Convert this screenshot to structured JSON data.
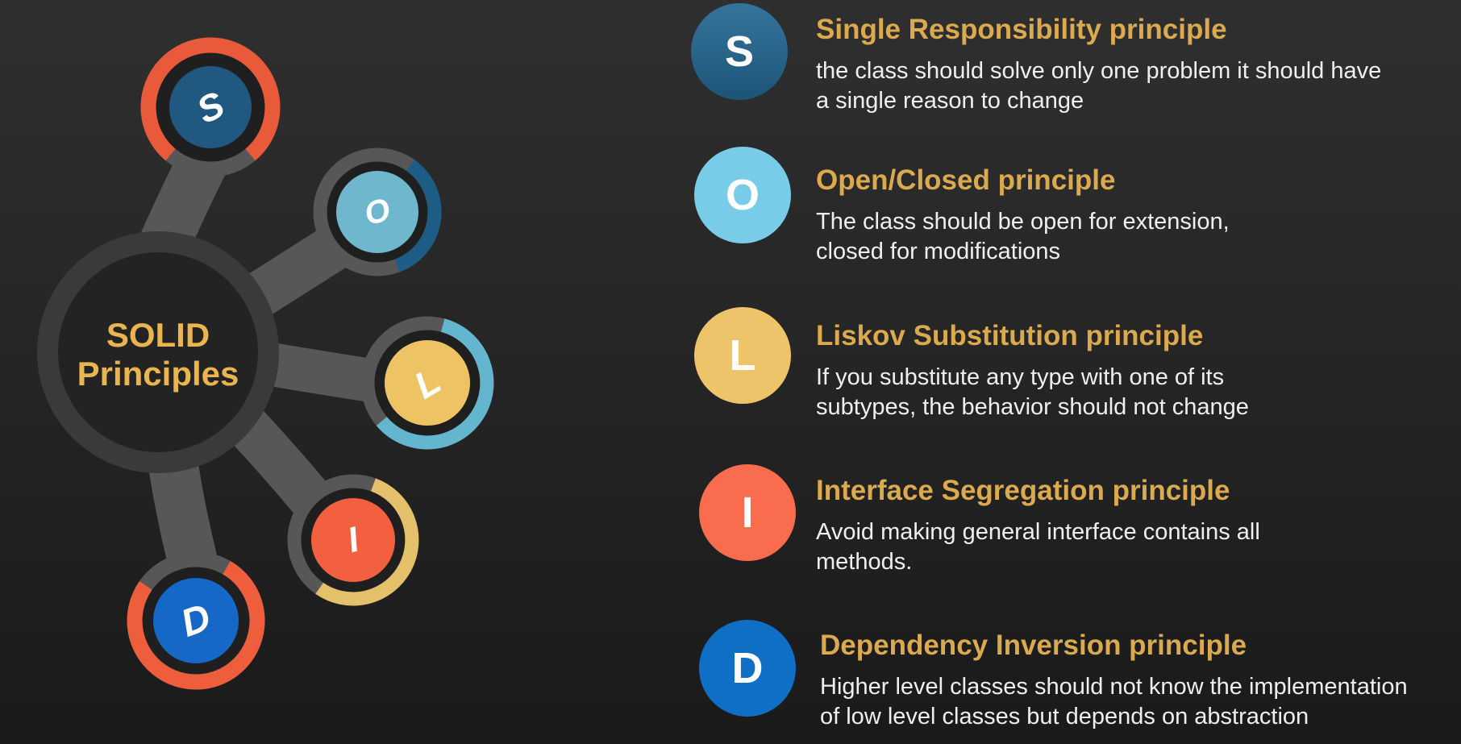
{
  "colors": {
    "bg_top": "#2f2f2f",
    "bg_bottom": "#1a1a1a",
    "connector": "#575757",
    "center_ring": "#3a3a3a",
    "center_fill": "#232323",
    "center_text": "#eab44e",
    "node_inner": "#1f1f1f",
    "title_gold": "#dcaa4e",
    "body_text": "#f0efec",
    "letter_white": "#ffffff"
  },
  "diagram": {
    "center": {
      "line1": "SOLID",
      "line2": "Principles"
    },
    "nodes": [
      {
        "id": "s",
        "letter": "S",
        "core_color": "#20587f",
        "arc_color": "#e85a39"
      },
      {
        "id": "o",
        "letter": "O",
        "core_color": "#6fb7cc",
        "arc_color": "#1d5c84"
      },
      {
        "id": "l",
        "letter": "L",
        "core_color": "#eec363",
        "arc_color": "#64b6cf"
      },
      {
        "id": "i",
        "letter": "I",
        "core_color": "#f2603f",
        "arc_color": "#e5c06a"
      },
      {
        "id": "d",
        "letter": "D",
        "core_color": "#1668c7",
        "arc_color": "#ee5e3c"
      }
    ]
  },
  "principles": [
    {
      "letter": "S",
      "badge_color": "#35759b",
      "badge_color2": "#1d5478",
      "title": "Single Responsibility principle",
      "desc_line1": "the class should solve only one problem it should have",
      "desc_line2": "a single reason to change"
    },
    {
      "letter": "O",
      "badge_color": "#79cce8",
      "title": "Open/Closed principle",
      "desc_line1": "The class should be open for extension,",
      "desc_line2": "closed for modifications"
    },
    {
      "letter": "L",
      "badge_color": "#edc469",
      "title": "Liskov Substitution principle",
      "desc_line1": "If you substitute any type with one of its",
      "desc_line2": "subtypes, the behavior should not change"
    },
    {
      "letter": "I",
      "badge_color": "#f96c4e",
      "title": "Interface Segregation principle",
      "desc_line1": "Avoid making general interface contains all",
      "desc_line2": "methods."
    },
    {
      "letter": "D",
      "badge_color": "#0f6fc5",
      "title": "Dependency Inversion principle",
      "desc_line1": "Higher level classes should not know the implementation",
      "desc_line2": "of low level classes but depends on abstraction"
    }
  ]
}
